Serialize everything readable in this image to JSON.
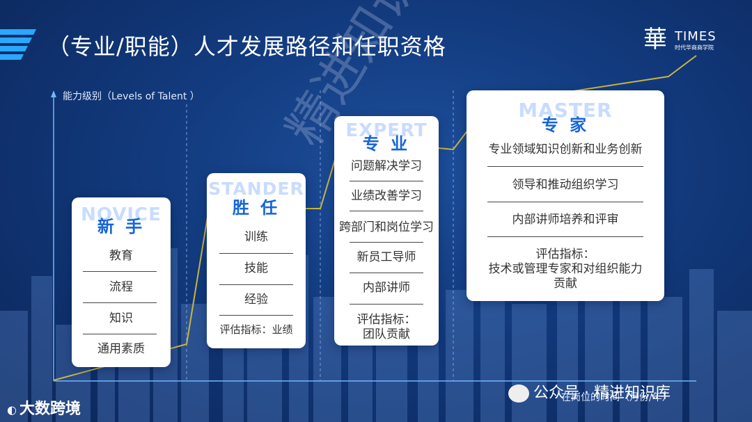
{
  "title": "（专业/职能）人才发展路径和任职资格",
  "brand": {
    "mark": "華",
    "name": "TIMES",
    "subtitle": "时代华商商学院"
  },
  "y_axis_label": "能力级别（Levels of Talent ）",
  "x_axis_label": "在岗位的时间（月份/年）",
  "watermark_center": "精进知识库",
  "footer_left": "大数跨境",
  "footer_right": {
    "channel": "公众号",
    "separator": "·",
    "name": "精进知识库"
  },
  "colors": {
    "accent": "#1565d8",
    "background": "#123a7d",
    "path_line": "#c9b641"
  },
  "stages": [
    {
      "en": "NOVICE",
      "title": "新 手",
      "items": [
        "教育",
        "流程",
        "知识",
        "通用素质"
      ]
    },
    {
      "en": "STANDER",
      "title": "胜 任",
      "items": [
        "训练",
        "技能",
        "经验",
        "评估指标：业绩"
      ]
    },
    {
      "en": "EXPERT",
      "title": "专 业",
      "items": [
        "问题解决学习",
        "业绩改善学习",
        "跨部门和岗位学习",
        "新员工导师",
        "内部讲师",
        "评估指标：",
        "团队贡献"
      ]
    },
    {
      "en": "MASTER",
      "title": "专 家",
      "items": [
        "专业领域知识创新和业务创新",
        "领导和推动组织学习",
        "内部讲师培养和评审",
        "评估指标：",
        "技术或管理专家和对组织能力",
        "贡献"
      ]
    }
  ]
}
